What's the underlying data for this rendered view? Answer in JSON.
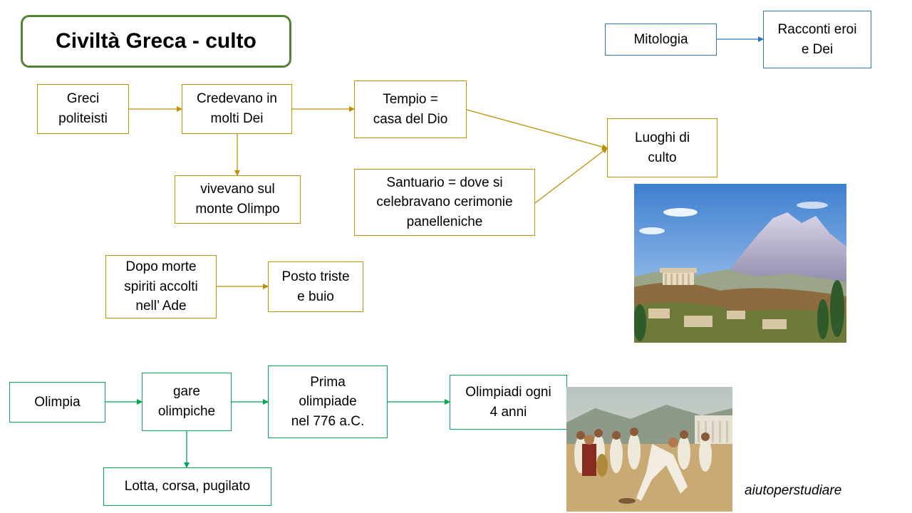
{
  "title": "Civiltà Greca - culto",
  "nodes": {
    "greci": "Greci\npoliteisti",
    "credevano": "Credevano in\nmolti Dei",
    "vivevano": "vivevano sul\nmonte Olimpo",
    "tempio": "Tempio =\ncasa del Dio",
    "santuario": "Santuario = dove si\ncelebravano cerimonie\npanelleniche",
    "luoghi": "Luoghi di\nculto",
    "mitologia": "Mitologia",
    "racconti": "Racconti eroi\ne Dei",
    "dopo_morte": "Dopo morte\nspiriti accolti\nnell’ Ade",
    "posto": "Posto triste\ne buio",
    "olimpia": "Olimpia",
    "gare": "gare\nolimpiche",
    "prima": "Prima\nolimpiade\nnel 776 a.C.",
    "olimpiadi": "Olimpiadi ogni\n4 anni",
    "lotta": "Lotta, corsa, pugilato"
  },
  "watermark": "aiutoperstudiare",
  "colors": {
    "gold": "#bf9000",
    "green": "#00a651",
    "blue": "#2e75b6",
    "title_border": "#548235"
  }
}
